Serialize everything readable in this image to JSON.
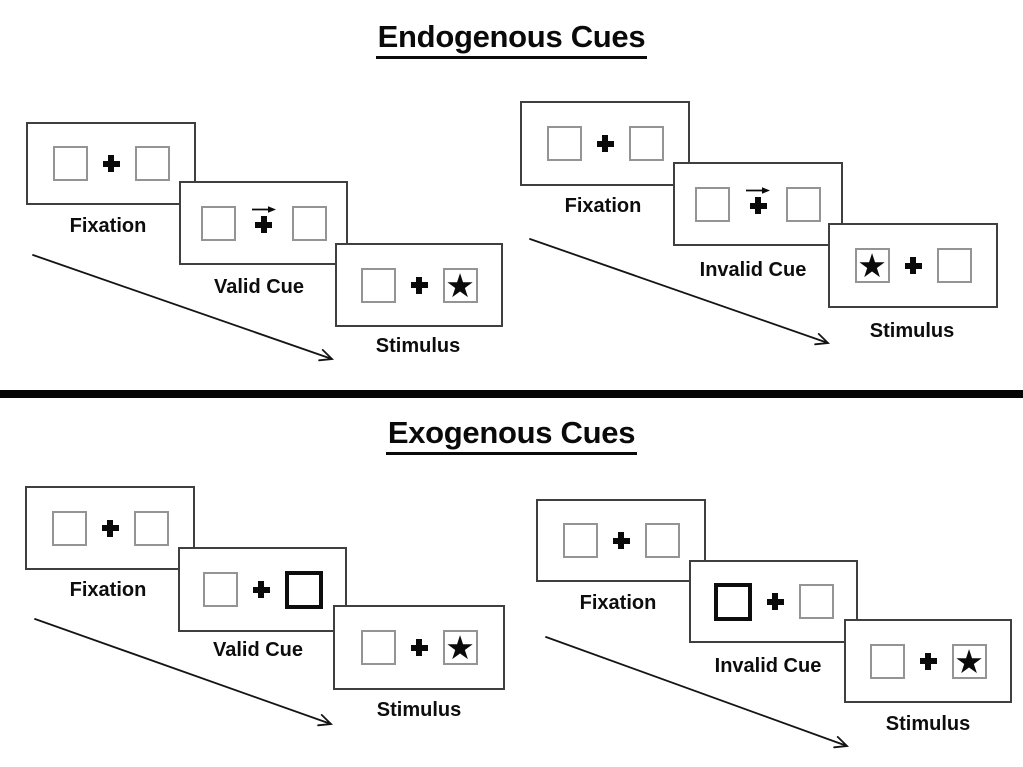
{
  "colors": {
    "background": "#ffffff",
    "ink": "#0a0a0a",
    "frame_border": "#3f3f3f",
    "placeholder_box_border": "#949494",
    "divider": "#060606"
  },
  "icons": {
    "star": "★",
    "cue_arrow": "right-arrow",
    "fixation_cross": "heavy-plus"
  },
  "sections": [
    {
      "title": "Endogenous Cues",
      "panels": [
        {
          "condition": "valid",
          "frames": [
            {
              "label": "Fixation",
              "type": "fixation"
            },
            {
              "label": "Valid Cue",
              "type": "cue",
              "cue_kind": "central-arrow",
              "cue_direction": "right"
            },
            {
              "label": "Stimulus",
              "type": "stimulus",
              "target_side": "right"
            }
          ]
        },
        {
          "condition": "invalid",
          "frames": [
            {
              "label": "Fixation",
              "type": "fixation"
            },
            {
              "label": "Invalid Cue",
              "type": "cue",
              "cue_kind": "central-arrow",
              "cue_direction": "right"
            },
            {
              "label": "Stimulus",
              "type": "stimulus",
              "target_side": "left"
            }
          ]
        }
      ]
    },
    {
      "title": "Exogenous Cues",
      "panels": [
        {
          "condition": "valid",
          "frames": [
            {
              "label": "Fixation",
              "type": "fixation"
            },
            {
              "label": "Valid Cue",
              "type": "cue",
              "cue_kind": "peripheral-thick-box",
              "cue_side": "right"
            },
            {
              "label": "Stimulus",
              "type": "stimulus",
              "target_side": "right"
            }
          ]
        },
        {
          "condition": "invalid",
          "frames": [
            {
              "label": "Fixation",
              "type": "fixation"
            },
            {
              "label": "Invalid Cue",
              "type": "cue",
              "cue_kind": "peripheral-thick-box",
              "cue_side": "left"
            },
            {
              "label": "Stimulus",
              "type": "stimulus",
              "target_side": "right"
            }
          ]
        }
      ]
    }
  ]
}
